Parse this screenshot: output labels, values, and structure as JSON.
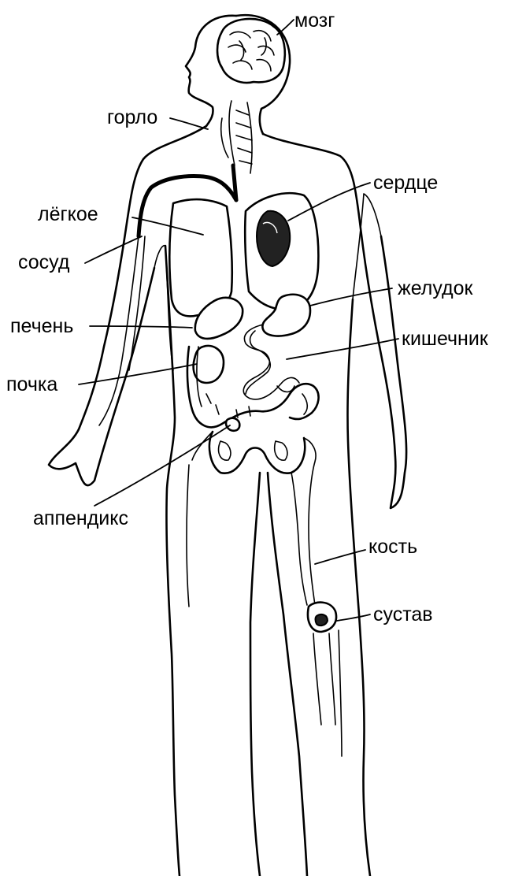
{
  "labels": {
    "brain": "мозг",
    "throat": "горло",
    "heart": "сердце",
    "lung": "лёгкое",
    "vessel": "сосуд",
    "stomach": "желудок",
    "liver": "печень",
    "intestine": "кишечник",
    "kidney": "почка",
    "appendix": "аппендикс",
    "bone": "кость",
    "joint": "сустав"
  },
  "colors": {
    "ink": "#000000",
    "background": "#ffffff"
  }
}
